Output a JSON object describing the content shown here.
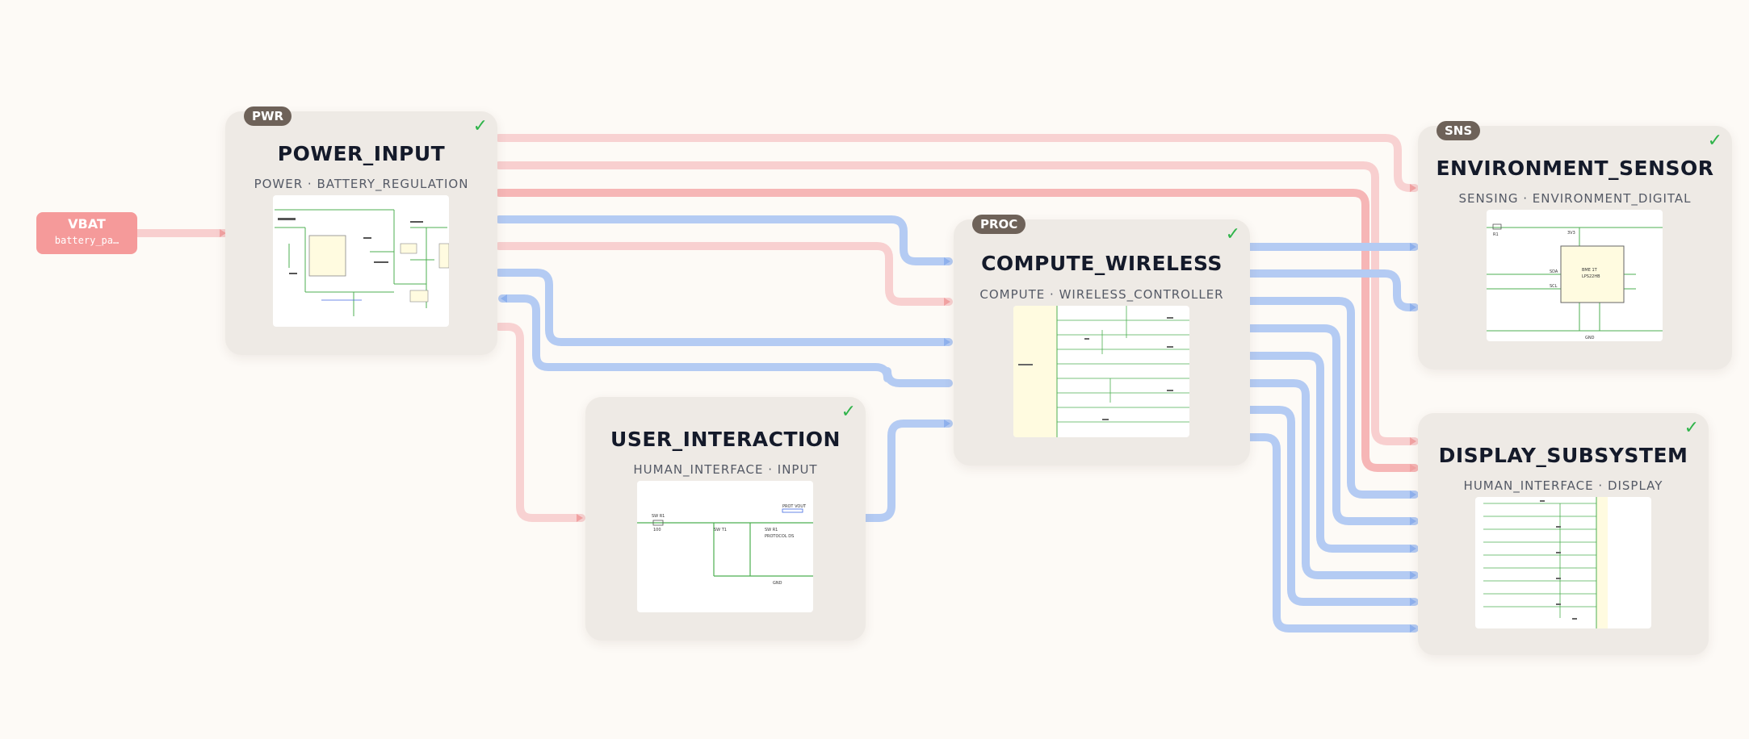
{
  "colors": {
    "power_wire": "#f7b8b8",
    "signal_wire": "#aec6f2",
    "block_bg": "#eeeae5",
    "badge_bg": "#6e6259",
    "check": "#2fb44a",
    "port_bg": "#f59a9a"
  },
  "port": {
    "name": "VBAT",
    "sub": "battery_pa…"
  },
  "blocks": {
    "power": {
      "title": "POWER_INPUT",
      "subtitle": "POWER · BATTERY_REGULATION",
      "badge": "PWR",
      "check": "✓"
    },
    "user": {
      "title": "USER_INTERACTION",
      "subtitle": "HUMAN_INTERFACE · INPUT",
      "check": "✓"
    },
    "compute": {
      "title": "COMPUTE_WIRELESS",
      "subtitle": "COMPUTE · WIRELESS_CONTROLLER",
      "badge": "PROC",
      "check": "✓"
    },
    "env": {
      "title": "ENVIRONMENT_SENSOR",
      "subtitle": "SENSING · ENVIRONMENT_DIGITAL",
      "badge": "SNS",
      "check": "✓"
    },
    "display": {
      "title": "DISPLAY_SUBSYSTEM",
      "subtitle": "HUMAN_INTERFACE · DISPLAY",
      "check": "✓"
    }
  },
  "thumb_labels": {
    "user": [
      "SW R1",
      "SW T1",
      "SW R1",
      "PROT VOUT",
      "100",
      "PROTOCOL DS",
      "GND"
    ],
    "env": [
      "BME 1T",
      "LPS22HB",
      "3V3",
      "SDA",
      "SCL",
      "R1",
      "GND"
    ]
  }
}
